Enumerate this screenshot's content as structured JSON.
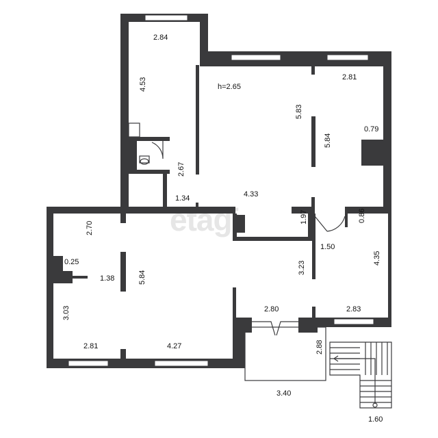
{
  "watermark": "etagi",
  "colors": {
    "wall": "#3a3a3c",
    "background": "#ffffff",
    "watermark": "#e6e6e6"
  },
  "labels": {
    "top_room_width": "2.84",
    "top_room_length": "4.53",
    "ceiling_height": "h=2.65",
    "main_room_right_width": "2.81",
    "main_room_depth_a": "5.83",
    "main_room_depth_b": "5.84",
    "column_width": "0.79",
    "wc_length": "2.67",
    "corridor_width": "1.34",
    "main_room_width": "4.33",
    "niche_depth": "1.97",
    "vestibule_width": "1.50",
    "side_room_wall": "0.86",
    "left_hall_upper": "2.70",
    "pillar_width": "0.25",
    "left_hall_mid": "1.38",
    "left_hall_depth": "5.84",
    "center_depth": "3.23",
    "right_room_length": "4.35",
    "left_hall_lower": "3.03",
    "entrance_width": "2.80",
    "right_room_width": "2.83",
    "bottom_left_width": "2.81",
    "bottom_right_width": "4.27",
    "porch_depth": "2.88",
    "porch_width": "3.40",
    "stair_width": "1.60"
  }
}
